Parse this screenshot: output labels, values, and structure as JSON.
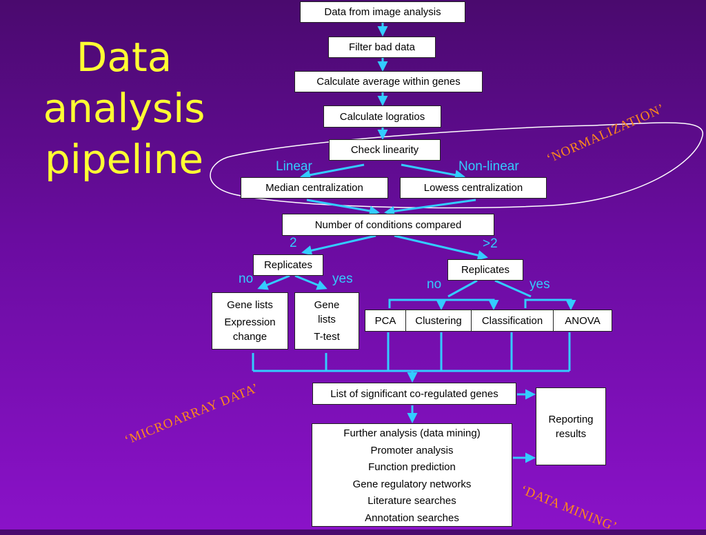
{
  "title": "Data\nanalysis\npipeline",
  "boxes": {
    "data_from_image": "Data from image analysis",
    "filter": "Filter bad data",
    "calc_avg": "Calculate average within genes",
    "calc_log": "Calculate logratios",
    "check_lin": "Check linearity",
    "median": "Median centralization",
    "lowess": "Lowess centralization",
    "num_cond": "Number of conditions compared",
    "replicates_left": "Replicates",
    "replicates_right": "Replicates",
    "gene_lists_expr": {
      "line1": "Gene lists",
      "line2": "Expression change"
    },
    "gene_lists_ttest": {
      "line1": "Gene lists",
      "line2": "T-test"
    },
    "pca": "PCA",
    "clustering": "Clustering",
    "classification": "Classification",
    "anova": "ANOVA",
    "sig_genes": "List of significant co-regulated genes",
    "reporting": "Reporting results",
    "further": [
      "Further analysis (data mining)",
      "Promoter analysis",
      "Function prediction",
      "Gene regulatory networks",
      "Literature searches",
      "Annotation searches"
    ]
  },
  "labels": {
    "linear": "Linear",
    "nonlinear": "Non-linear",
    "two": "2",
    "gt2": ">2",
    "no_left": "no",
    "yes_left": "yes",
    "no_right": "no",
    "yes_right": "yes"
  },
  "annotations": {
    "normalization": "‘NORMALIZATION’",
    "microarray": "‘MICROARRAY DATA’",
    "datamining": "‘DATA MINING’"
  },
  "colors": {
    "arrow": "#33ccff",
    "title": "#ffff33",
    "annotation": "#ff8a1a",
    "ellipse": "#ffffff"
  }
}
